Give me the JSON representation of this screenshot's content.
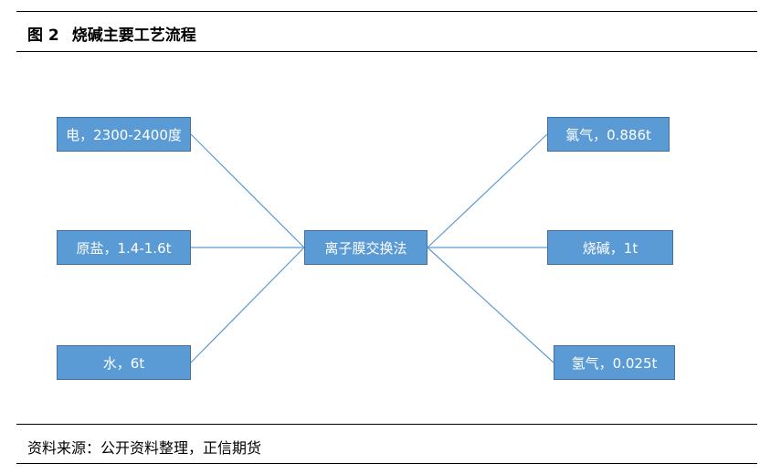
{
  "figure": {
    "number": "图 2",
    "title": "烧碱主要工艺流程"
  },
  "diagram": {
    "inputs": [
      {
        "label": "电，2300-2400度"
      },
      {
        "label": "原盐，1.4-1.6t"
      },
      {
        "label": "水，6t"
      }
    ],
    "process": {
      "label": "离子膜交换法"
    },
    "outputs": [
      {
        "label": "氯气，0.886t"
      },
      {
        "label": "烧碱，1t"
      },
      {
        "label": "氢气，0.025t"
      }
    ],
    "colors": {
      "box_fill": "#5b9bd5",
      "box_border": "#41719c",
      "connector": "#5b9bd5",
      "text": "#ffffff"
    }
  },
  "source": {
    "text": "资料来源：公开资料整理，正信期货"
  }
}
